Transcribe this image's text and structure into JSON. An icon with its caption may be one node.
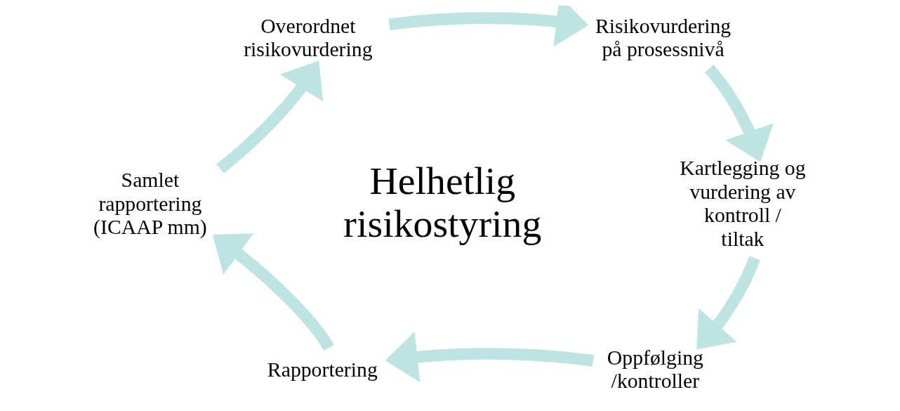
{
  "diagram": {
    "nodes": [
      {
        "text": [
          "Overordnet risikovurdering"
        ]
      },
      {
        "text": [
          "Risikovurdering på prosessnivå"
        ]
      },
      {
        "text": [
          "Kartlegging og vurdering av kontroll / tiltak"
        ]
      },
      {
        "text": [
          "Oppfølging /kontroller"
        ]
      },
      {
        "text": [
          "Rapportering"
        ]
      },
      {
        "text": [
          "Samlet rapportering (ICAAP mm)"
        ]
      }
    ],
    "edges": [
      {
        "from": 0,
        "to": 1,
        "arrow": "to"
      },
      {
        "from": 1,
        "to": 2,
        "arrow": "to"
      },
      {
        "from": 2,
        "to": 3,
        "arrow": "to"
      },
      {
        "from": 3,
        "to": 4,
        "arrow": "to"
      },
      {
        "from": 4,
        "to": 5,
        "arrow": "to"
      },
      {
        "from": 5,
        "to": 0,
        "arrow": "to"
      }
    ],
    "labels": [
      "Helhetlig risikostyring"
    ]
  }
}
